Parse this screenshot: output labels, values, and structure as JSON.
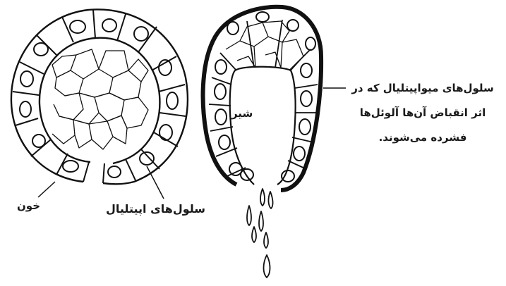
{
  "labels": {
    "milk": "شیر",
    "blood": "خون",
    "epithelial_cells": "سلول‌های اپیتلیال",
    "myoepithelial_lines": [
      "سلول‌های میواپیتلیال که در",
      "اثر انقباض آن‌ها آلوئل‌ها",
      "فشرده می‌شوند."
    ]
  }
}
